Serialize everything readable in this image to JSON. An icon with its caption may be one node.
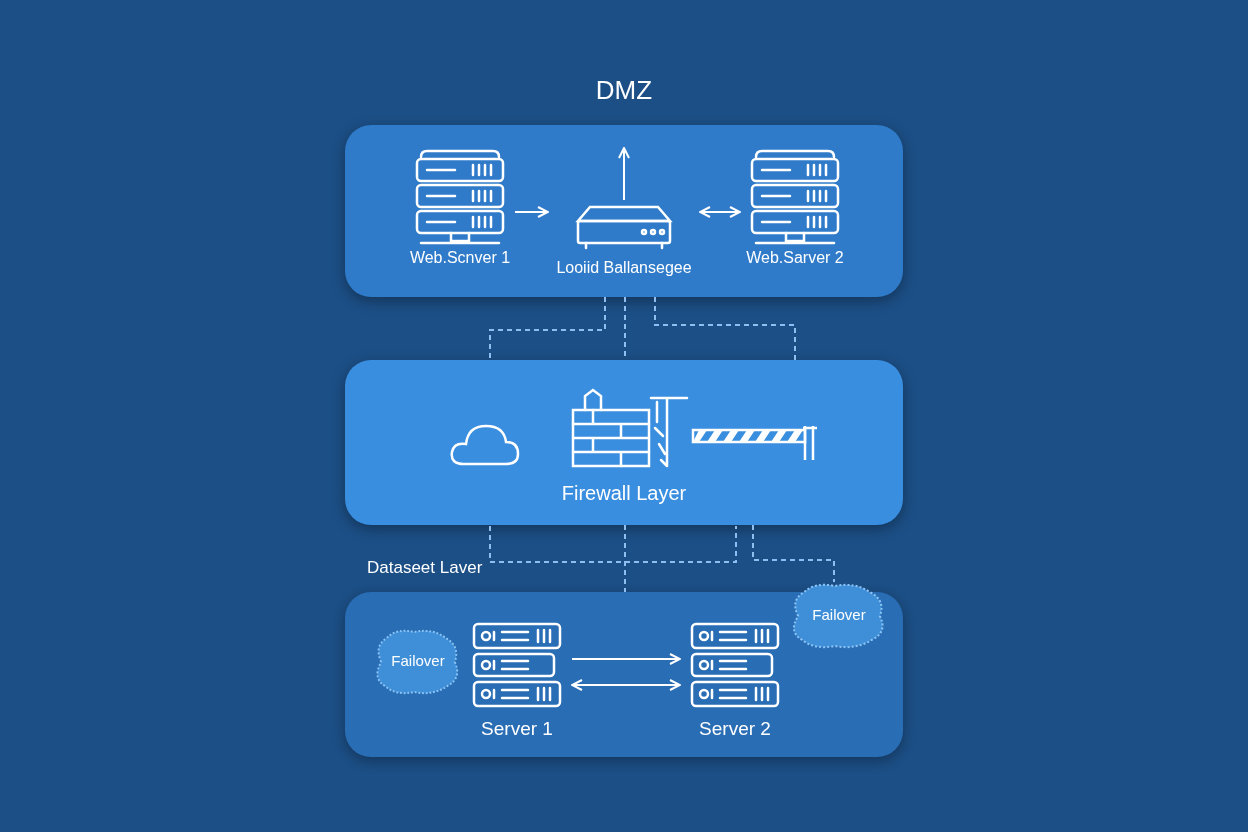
{
  "diagram": {
    "nodes": [
      {
        "text": [
          "DMZ"
        ]
      },
      {
        "text": [
          "Web.Scnver 1"
        ],
        "in": 0
      },
      {
        "text": [
          "Looiid Ballansegee"
        ],
        "in": 0
      },
      {
        "text": [
          "Web.Sarver 2"
        ],
        "in": 0
      },
      {
        "text": [
          "Firewall Layer"
        ]
      },
      {
        "text": [
          "Dataseet Laver"
        ]
      },
      {
        "text": [
          "Failover"
        ],
        "in": 5
      },
      {
        "text": [
          "Server 1"
        ],
        "in": 5
      },
      {
        "text": [
          "Server 2"
        ],
        "in": 5
      },
      {
        "text": [
          "Failover"
        ]
      }
    ],
    "edges": [
      {
        "from": 1,
        "to": 2,
        "arrow": "to"
      },
      {
        "from": 2,
        "to": null,
        "arrow": "to"
      },
      {
        "from": 2,
        "to": 3,
        "arrow": "both"
      },
      {
        "from": 0,
        "to": 4,
        "arrow": "none",
        "style": "dashed",
        "color": "#8fbff0"
      },
      {
        "from": 0,
        "to": 4,
        "arrow": "none",
        "style": "dashed",
        "color": "#8fbff0"
      },
      {
        "from": 0,
        "to": 4,
        "arrow": "none",
        "style": "dashed",
        "color": "#8fbff0"
      },
      {
        "from": 4,
        "to": 5,
        "arrow": "none",
        "style": "dashed",
        "color": "#8fbff0"
      },
      {
        "from": 4,
        "to": 9,
        "arrow": "none",
        "style": "dashed",
        "color": "#8fbff0"
      },
      {
        "from": 7,
        "to": 8,
        "arrow": "to"
      },
      {
        "from": 7,
        "to": 8,
        "arrow": "both"
      }
    ]
  }
}
